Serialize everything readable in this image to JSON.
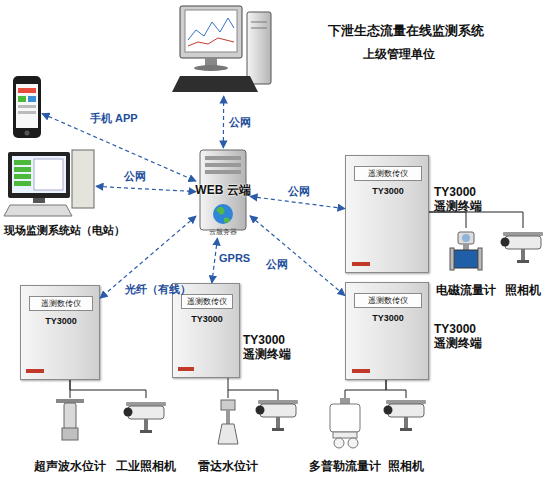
{
  "diagram": {
    "title": "下泄生态流量在线监测系统",
    "nodes": [
      {
        "text": [
          "上级管理单位"
        ]
      },
      {
        "text": [
          "手机 APP"
        ]
      },
      {
        "text": [
          "现场监测系统站（电站）"
        ]
      },
      {
        "text": [
          "WEB 云端",
          "云服务器"
        ]
      },
      {
        "text": [
          "遥测数传仪",
          "TY3000",
          "TY3000 遥测终端"
        ]
      },
      {
        "text": [
          "电磁流量计"
        ]
      },
      {
        "text": [
          "照相机"
        ]
      },
      {
        "text": [
          "遥测数传仪",
          "TY3000"
        ]
      },
      {
        "text": [
          "遥测数传仪",
          "TY3000",
          "TY3000 遥测终端"
        ]
      },
      {
        "text": [
          "遥测数传仪",
          "TY3000",
          "TY3000 遥测终端"
        ]
      },
      {
        "text": [
          "超声波水位计"
        ]
      },
      {
        "text": [
          "工业照相机"
        ]
      },
      {
        "text": [
          "雷达水位计"
        ]
      },
      {
        "text": [
          "多普勒流量计"
        ]
      },
      {
        "text": [
          "照相机"
        ]
      }
    ],
    "edges": [
      {
        "from": 3,
        "to": 0,
        "label": "公网",
        "arrow": "both"
      },
      {
        "from": 1,
        "to": 3,
        "arrow": "both"
      },
      {
        "from": 2,
        "to": 3,
        "label": "公网",
        "arrow": "both"
      },
      {
        "from": 3,
        "to": 4,
        "label": "公网",
        "arrow": "both"
      },
      {
        "from": 3,
        "to": 7,
        "label": "光纤（有线）",
        "arrow": "both"
      },
      {
        "from": 3,
        "to": 8,
        "label": "GPRS",
        "arrow": "both"
      },
      {
        "from": 3,
        "to": 9,
        "label": "公网",
        "arrow": "both"
      },
      {
        "from": 4,
        "to": 5,
        "arrow": "none"
      },
      {
        "from": 4,
        "to": 6,
        "arrow": "none"
      },
      {
        "from": 7,
        "to": 10,
        "arrow": "none"
      },
      {
        "from": 7,
        "to": 11,
        "arrow": "none"
      },
      {
        "from": 8,
        "to": 12,
        "arrow": "none"
      },
      {
        "from": 9,
        "to": 13,
        "arrow": "none"
      },
      {
        "from": 9,
        "to": 14,
        "arrow": "none"
      }
    ]
  }
}
